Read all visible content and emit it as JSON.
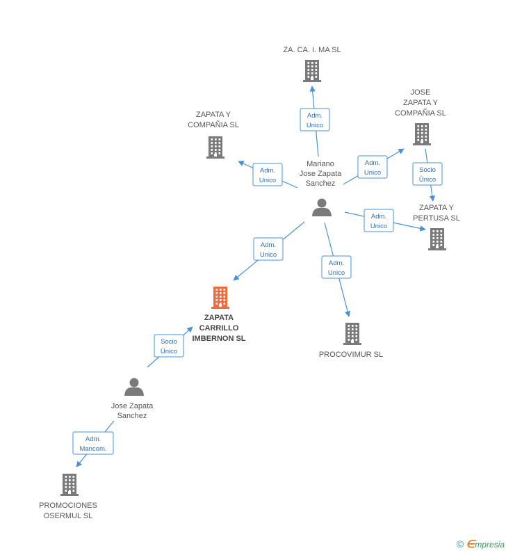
{
  "colors": {
    "building": "#7a7a7a",
    "building_main": "#f26b3a",
    "person": "#7a7a7a",
    "edge": "#4a90d9",
    "edge_text": "#2f6fb5"
  },
  "nodes": [
    {
      "id": "za_ca_ima",
      "type": "company",
      "lines": [
        "ZA.  CA. I. MA SL"
      ]
    },
    {
      "id": "zapata_y_compania",
      "type": "company",
      "lines": [
        "ZAPATA Y",
        "COMPAÑIA SL"
      ]
    },
    {
      "id": "jose_zapata_y_compania",
      "type": "company",
      "lines": [
        "JOSE",
        "ZAPATA Y",
        "COMPAÑIA SL"
      ]
    },
    {
      "id": "zapata_y_pertusa",
      "type": "company",
      "lines": [
        "ZAPATA Y",
        "PERTUSA SL"
      ]
    },
    {
      "id": "mariano",
      "type": "person",
      "lines": [
        "Mariano",
        "Jose Zapata",
        "Sanchez"
      ]
    },
    {
      "id": "zapata_carrillo",
      "type": "company_main",
      "lines": [
        "ZAPATA",
        "CARRILLO",
        "IMBERNON SL"
      ]
    },
    {
      "id": "procovimur",
      "type": "company",
      "lines": [
        "PROCOVIMUR SL"
      ]
    },
    {
      "id": "jose_zapata",
      "type": "person",
      "lines": [
        "Jose Zapata",
        "Sanchez"
      ]
    },
    {
      "id": "promociones",
      "type": "company",
      "lines": [
        "PROMOCIONES",
        "OSERMUL SL"
      ]
    }
  ],
  "edges": [
    {
      "from": "mariano",
      "to": "za_ca_ima",
      "lines": [
        "Adm.",
        "Unico"
      ]
    },
    {
      "from": "mariano",
      "to": "zapata_y_compania",
      "lines": [
        "Adm.",
        "Unico"
      ]
    },
    {
      "from": "mariano",
      "to": "jose_zapata_y_compania",
      "lines": [
        "Adm.",
        "Unico"
      ]
    },
    {
      "from": "jose_zapata_y_compania",
      "to": "zapata_y_pertusa",
      "lines": [
        "Socio",
        "Único"
      ]
    },
    {
      "from": "mariano",
      "to": "zapata_y_pertusa",
      "lines": [
        "Adm.",
        "Unico"
      ]
    },
    {
      "from": "mariano",
      "to": "zapata_carrillo",
      "lines": [
        "Adm.",
        "Unico"
      ]
    },
    {
      "from": "mariano",
      "to": "procovimur",
      "lines": [
        "Adm.",
        "Unico"
      ]
    },
    {
      "from": "jose_zapata",
      "to": "zapata_carrillo",
      "lines": [
        "Socio",
        "Único"
      ]
    },
    {
      "from": "jose_zapata",
      "to": "promociones",
      "lines": [
        "Adm.",
        "Mancom."
      ]
    }
  ],
  "footer": {
    "copyright": "©",
    "brand_initial": "∈",
    "brand_rest": "mpresia"
  }
}
